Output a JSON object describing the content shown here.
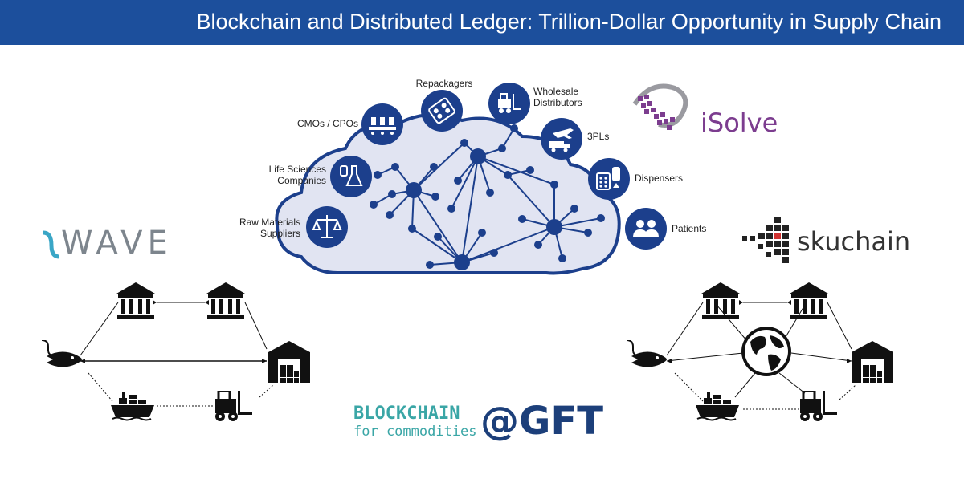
{
  "header": {
    "title": "Blockchain and Distributed Ledger: Trillion-Dollar Opportunity in Supply Chain"
  },
  "cloud_diagram": {
    "nodes": [
      {
        "id": "raw-materials",
        "label": "Raw Materials Suppliers",
        "icon": "scale-icon"
      },
      {
        "id": "life-sciences",
        "label": "Life Sciences Companies",
        "icon": "lab-flask-icon"
      },
      {
        "id": "cmos",
        "label": "CMOs / CPOs",
        "icon": "conveyor-icon"
      },
      {
        "id": "repackagers",
        "label": "Repackagers",
        "icon": "pill-pack-icon"
      },
      {
        "id": "wholesale",
        "label": "Wholesale Distributors",
        "icon": "forklift-icon"
      },
      {
        "id": "3pls",
        "label": "3PLs",
        "icon": "plane-truck-icon"
      },
      {
        "id": "dispensers",
        "label": "Dispensers",
        "icon": "pharmacy-icon"
      },
      {
        "id": "patients",
        "label": "Patients",
        "icon": "people-icon"
      }
    ],
    "labels": {
      "raw_line1": "Raw Materials",
      "raw_line2": "Suppliers",
      "life_line1": "Life Sciences",
      "life_line2": "Companies",
      "cmos": "CMOs / CPOs",
      "repackagers": "Repackagers",
      "wholesale_line1": "Wholesale",
      "wholesale_line2": "Distributors",
      "tpl": "3PLs",
      "dispensers": "Dispensers",
      "patients": "Patients"
    },
    "colors": {
      "node": "#1c3f8c",
      "cloud_fill": "#e1e4f2",
      "line": "#1c3f8c"
    }
  },
  "logos": {
    "wave": "WAVE",
    "isolve": "iSolve",
    "skuchain": "skuchain",
    "blockchain_line1": "BLOCKCHAIN",
    "blockchain_line2": "for commodities",
    "gft": "@GFT"
  },
  "left_network": {
    "icons": [
      "bank-icon",
      "bank-icon",
      "fishing-fish-icon",
      "warehouse-icon",
      "cargo-ship-icon",
      "forklift-icon"
    ]
  },
  "right_network": {
    "icons": [
      "bank-icon",
      "bank-icon",
      "globe-icon",
      "fishing-fish-icon",
      "warehouse-icon",
      "cargo-ship-icon",
      "forklift-icon"
    ]
  }
}
